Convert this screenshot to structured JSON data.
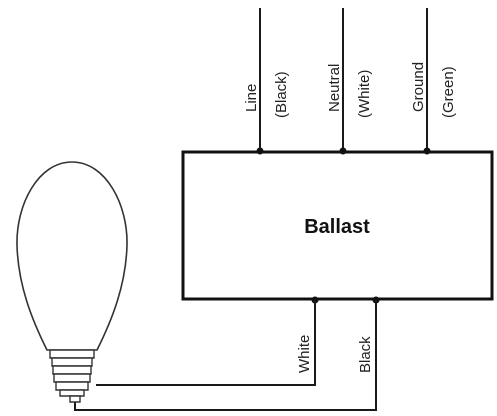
{
  "diagram": {
    "ballast": {
      "label": "Ballast"
    },
    "input_wires": [
      {
        "name": "Line",
        "color": "(Black)"
      },
      {
        "name": "Neutral",
        "color": "(White)"
      },
      {
        "name": "Ground",
        "color": "(Green)"
      }
    ],
    "output_wires": [
      {
        "label": "White"
      },
      {
        "label": "Black"
      }
    ],
    "lamp": {
      "icon": "hid-lamp-icon"
    },
    "colors": {
      "line": "#1a1a1a",
      "background": "#ffffff"
    }
  }
}
